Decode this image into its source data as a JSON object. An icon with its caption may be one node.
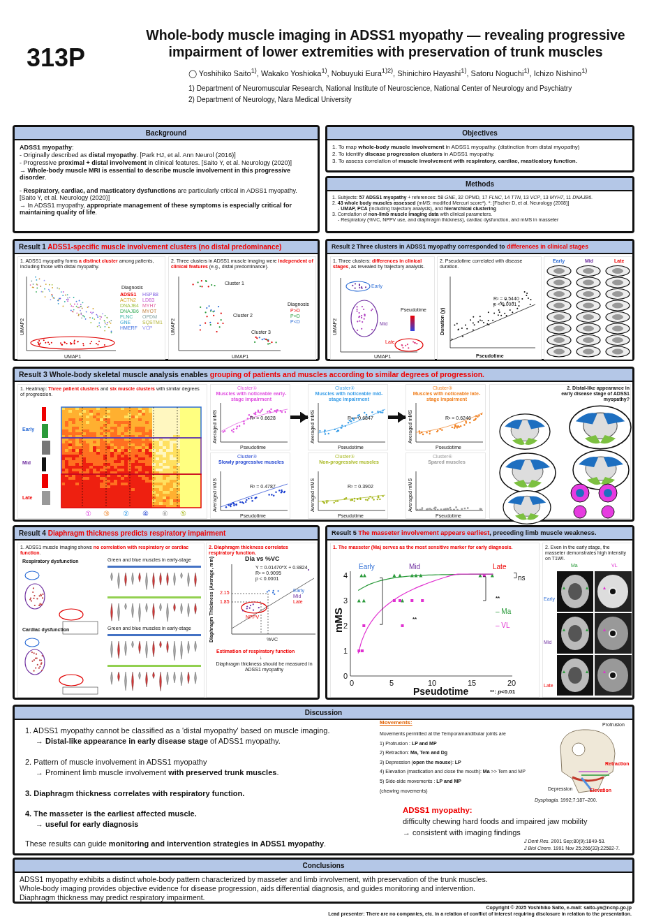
{
  "diagram": {
    "title": "Whole-body muscle imaging in ADSS1 myopathy — revealing progressive impairment of lower extremities with preservation of trunk muscles",
    "nodes": [
      {
        "text": [
          "Background",
          "**ADSS1 myopathy**:",
          "- Originally described as **distal myopathy**. [Park HJ, et al. Ann Neurol (2016)]",
          "- Progressive **proximal + distal involvement** in clinical features. [Saito Y, et al. Neurology (2020)]",
          "→ **Whole-body muscle MRI is essential to describe muscle involvement in this progressive disorder**.",
          "- **Respiratory, cardiac, and masticatory dysfunctions** are particularly critical in ADSS1 myopathy. [Saito Y, et al. Neurology (2020)]",
          "→ In ADSS1 myopathy, **appropriate management of these symptoms is especially critical for maintaining quality of life**."
        ]
      },
      {
        "text": [
          "Objectives",
          "1. To map **whole-body muscle involvement** in ADSS1 myopathy. (distinction from distal myopathy)",
          "2. To identify **disease progression clusters** in ADSS1 myopathy.",
          "3. To assess correlation of **muscle involvement with respiratory, cardiac, masticatory function.**"
        ]
      },
      {
        "text": [
          "Methods",
          "1. Subjects: **57 ADSS1 myopathy** + references: 58 *GNE*, 32 OPMD, 17 *FLNC*, 14 *TTN*, 13 *VCP*, 13 *MYH7*, 11 *DNAJB6*.",
          "2. **43 whole body muscles assessed** (mMS: modified Mercuri score*). *: [Fischer D, et al. Neurology (2008)]",
          "- **UMAP, PCA** (including trajectory analysis), and **hierarchical clustering**",
          "3. Correlation of **non-limb muscle imaging data** with clinical parameters.",
          "- Respiratory (%VC, NPPV use, and diaphragm thickness), cardiac dysfunction, and mMS in masseter"
        ]
      },
      {
        "text": [
          "Result 1",
          "ADSS1-specific muscle involvement clusters (no distal predominance)"
        ]
      },
      {
        "text": [
          "1. ADSS1 myopathy forms **a distinct cluster** among patients, including those with distal myopathy.",
          "Diagnosis",
          "ADSS1",
          "ACTN2",
          "DNAJB4",
          "DNAJB6",
          "FLNC",
          "GNE",
          "HMERF",
          "HSPB8",
          "LDB3",
          "MYH7",
          "MYOT",
          "OPDM",
          "SQSTM1",
          "VCP",
          "UMAP1",
          "UMAP2"
        ],
        "in": 3
      },
      {
        "text": [
          "2. Three clusters in ADSS1 muscle imaging were **independent of clinical features** (e.g., distal predominance).",
          "Cluster 1",
          "Cluster 2",
          "Cluster 3",
          "Diagnosis",
          "P>D",
          "P=D",
          "P<D",
          "UMAP1",
          "UMAP2"
        ],
        "in": 3
      },
      {
        "text": [
          "Result 2",
          "Three clusters in ADSS1 myopathy corresponded to",
          "differences in clinical stages"
        ]
      },
      {
        "text": [
          "1. Three clusters: **differences in clinical stages**, as revealed by trajectory analysis.",
          "Early",
          "Mid",
          "Late",
          "Pseudotime",
          "UMAP1",
          "UMAP2"
        ],
        "in": 6
      },
      {
        "text": [
          "2. Pseudotime correlated with disease duration.",
          "R² = 0.5440",
          "p < 0.0001",
          "Duration (y)",
          "Pseudotime"
        ],
        "in": 6
      },
      {
        "text": [
          "Early",
          "Mid",
          "Late"
        ],
        "in": 6
      },
      {
        "text": [
          "Result 3",
          "Whole-body skeletal muscle analysis enables",
          "grouping of patients and muscles according to similar degrees of progression."
        ]
      },
      {
        "text": [
          "1. Heatmap: **Three patient clusters** and **six muscle clusters** with similar degrees of progression.",
          "Early",
          "Mid",
          "Late",
          "①",
          "③",
          "②",
          "④",
          "⑥",
          "⑤"
        ],
        "in": 10
      },
      {
        "text": [
          "Cluster①",
          "Muscles with noticeable early-stage impairment",
          "R² = 0.6628",
          "Averaged mMS",
          "Pseudotime"
        ],
        "in": 10
      },
      {
        "text": [
          "Cluster②",
          "Muscles with noticeable mid-stage impairment",
          "R² = 0.6847",
          "Averaged mMS",
          "Pseudotime"
        ],
        "in": 10
      },
      {
        "text": [
          "Cluster③",
          "Muscles with noticeable late-stage impairment",
          "R² = 0.6246",
          "Averaged mMS",
          "Pseudotime"
        ],
        "in": 10
      },
      {
        "text": [
          "Cluster④",
          "Slowly progressive muscles",
          "R² = 0.4787",
          "Averaged mMS",
          "Pseudotime"
        ],
        "in": 10
      },
      {
        "text": [
          "Cluster⑤",
          "Non-progressive muscles",
          "R² = 0.3902",
          "Averaged mMS",
          "Pseudotime"
        ],
        "in": 10
      },
      {
        "text": [
          "Cluster⑥",
          "Spared muscles",
          "Averaged mMS",
          "Pseudotime"
        ],
        "in": 10
      },
      {
        "text": [
          "2. Distal-like appearance in early disease stage of ADSS1 myopathy?"
        ],
        "in": 10
      },
      {
        "text": [
          "Result 4",
          "Diaphragm thickness predicts respiratory impairment"
        ]
      },
      {
        "text": [
          "1. ADSS1 muscle imaging shows **no correlation with respiratory or cardiac function**.",
          "Respiratory dysfunction",
          "Green and blue muscles in early-stage",
          "Cardiac dysfunction",
          "Green and blue muscles in early-stage"
        ],
        "in": 19
      },
      {
        "text": [
          "2. Diaphragm thickness correlates respiratory function.",
          "Dia vs %VC",
          "Y = 0.01470*X + 0.9824",
          "R² = 0.9095",
          "p < 0.0001",
          "2.15",
          "1.85",
          "NPPV",
          "Early",
          "Mid",
          "Late",
          "Diaphragm Thickness (Average, mm)",
          "%VC",
          "Estimation of respiratory function",
          "↓",
          "Diaphragm thickness should be measured in ADSS1 myopathy"
        ],
        "in": 19
      },
      {
        "text": [
          "Result 5",
          "The masseter involvement appears earliest",
          ", preceding limb muscle weakness."
        ]
      },
      {
        "text": [
          "1. The masseter (Ma) serves as the most sensitive marker for early diagnosis.",
          "Early",
          "Mid",
          "Late",
          "ns",
          "**",
          "**",
          "– Ma",
          "– VL",
          "mMS",
          "Pseudotime",
          "**: *p*<0.01",
          "4",
          "3",
          "2",
          "1",
          "0",
          "0",
          "5",
          "10",
          "15",
          "20"
        ],
        "in": 22
      },
      {
        "text": [
          "2. Even in the early stage, the masseter demonstrates high intensity on T1WI.",
          "Ma",
          "VL",
          "Early",
          "Mid",
          "Late"
        ],
        "in": 22
      },
      {
        "text": [
          "Discussion",
          "1. ADSS1 myopathy cannot be classified as a 'distal myopathy' based on muscle imaging.",
          "→ **Distal-like appearance in early disease stage** of ADSS1 myopathy.",
          "2. Pattern of muscle involvement in ADSS1 myopathy",
          "→ Prominent limb muscle involvement **with preserved trunk muscles**.",
          "3. Diaphragm thickness correlates with respiratory function.",
          "4. The masseter is the earliest affected muscle.",
          "→ useful for early diagnosis",
          "These results can guide **monitoring and intervention strategies in ADSS1 myopathy**.",
          "Movements:",
          "Movements permitted at the Temporamandibular joints are",
          "1) Protrusion : **LP and MP**",
          "2) Retraction: **Ma, Tem and Dg**",
          "3) Depression (**open the mouse**): **LP**",
          "4) Elevation (mastication and close the mouth): **Ma** >> Tem and MP",
          "5) Side-side movements : **LP and MP**",
          "(chewing movements)",
          "*Dysphagia.* 1992;7:187–200.",
          "ADSS1 myopathy:",
          "difficulty chewing hard foods and impaired jaw mobility",
          "→ consistent with imaging findings",
          "*J Dent Res.* 2001 Sep;80(9):1849-53.",
          "*J Biol Chem.* 1991 Nov 25;266(33):22582-7."
        ]
      },
      {
        "text": [
          "Protrusion",
          "Retraction",
          "Depression",
          "Elevation"
        ],
        "in": 25
      },
      {
        "text": [
          "Conclusions",
          "ADSS1 myopathy exhibits a distinct whole-body pattern characterized by masseter and limb involvement, with preservation of the trunk muscles.",
          "Whole-body imaging provides objective evidence for disease progression, aids differential diagnosis, and guides monitoring and intervention.",
          "Diaphragm thickness may predict respiratory impairment."
        ]
      }
    ],
    "edges": [
      {
        "from": 12,
        "to": 13,
        "arrow": "to"
      },
      {
        "from": 13,
        "to": 14,
        "arrow": "to"
      }
    ],
    "labels": [
      "313P",
      "◯ Yoshihiko Saito$^{1)}$, Wakako Yoshioka$^{1)}$, Nobuyuki Eura$^{1)2)}$, Shinichiro Hayashi$^{1)}$, Satoru Noguchi$^{1)}$, Ichizo Nishino$^{1)}$",
      "1) Department of Neuromuscular Research, National Institute of Neuroscience, National Center of Neurology and Psychiatry",
      "2) Department of Neurology, Nara Medical University",
      "Copyright © 2025 Yoshihiko Saito, e-mail: saito-ya@ncnp.go.jp",
      "Lead presenter: There are no companies, etc. in a relation of conflict of interest requiring disclosure in relation to the presentation."
    ]
  }
}
